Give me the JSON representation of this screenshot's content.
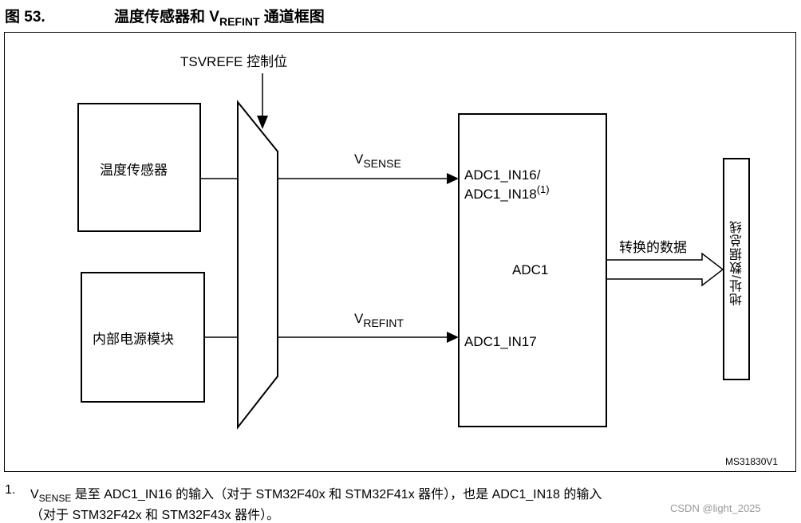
{
  "figure": {
    "number": "图 53.",
    "title_prefix": "温度传感器和 V",
    "title_sub": "REFINT",
    "title_suffix": " 通道框图"
  },
  "diagram": {
    "mux_control_label": "TSVREFE 控制位",
    "temp_sensor": "温度传感器",
    "internal_power": "内部电源模块",
    "vsense_main": "V",
    "vsense_sub": "SENSE",
    "vrefint_main": "V",
    "vrefint_sub": "REFINT",
    "adc_in16": "ADC1_IN16/",
    "adc_in18": "ADC1_IN18",
    "adc_in18_note": "(1)",
    "adc_label": "ADC1",
    "adc_in17": "ADC1_IN17",
    "converted_data": "转换的数据",
    "bus_label": "地址/数据总线",
    "code": "MS31830V1"
  },
  "footnote": {
    "number": "1.",
    "v": "V",
    "v_sub": "SENSE",
    "line1": " 是至 ADC1_IN16 的输入（对于 STM32F40x 和 STM32F41x 器件），也是 ADC1_IN18 的输入",
    "line2": "（对于 STM32F42x 和 STM32F43x 器件）。"
  },
  "watermark": "CSDN @light_2025"
}
